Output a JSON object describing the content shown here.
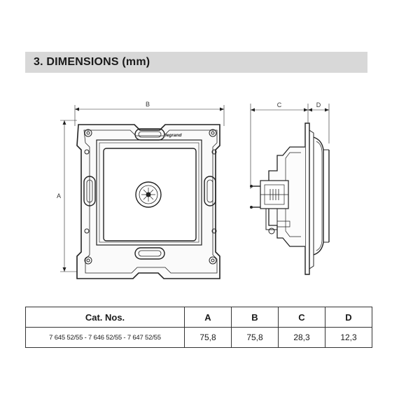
{
  "section": {
    "title": "3. DIMENSIONS (mm)"
  },
  "drawing": {
    "front_view": {
      "width_label": "B",
      "height_label": "A",
      "brand": "legrand"
    },
    "side_view": {
      "depth_label": "C",
      "front_label": "D"
    }
  },
  "table": {
    "headers": [
      "Cat. Nos.",
      "A",
      "B",
      "C",
      "D"
    ],
    "rows": [
      [
        "7 645 52/55 - 7 646 52/55 - 7 647 52/55",
        "75,8",
        "75,8",
        "28,3",
        "12,3"
      ]
    ]
  }
}
